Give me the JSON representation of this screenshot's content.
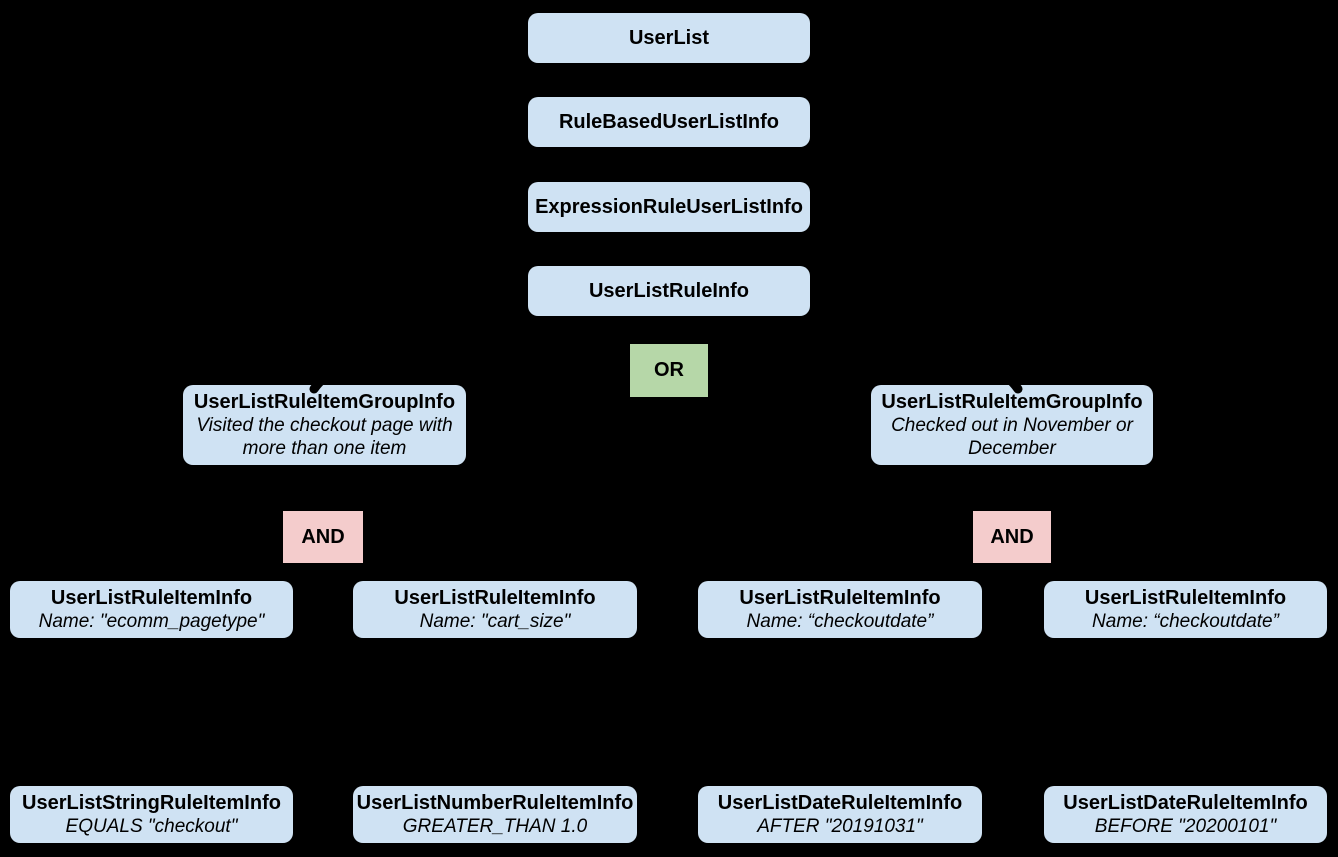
{
  "colors": {
    "background": "#000000",
    "node_fill": "#cfe2f3",
    "or_fill": "#b6d7a8",
    "and_fill": "#f4cccc",
    "text": "#000000"
  },
  "nodes": {
    "user_list": {
      "title": "UserList"
    },
    "rule_based_user_list_info": {
      "title": "RuleBasedUserListInfo"
    },
    "expression_rule_user_list_info": {
      "title": "ExpressionRuleUserListInfo"
    },
    "user_list_rule_info": {
      "title": "UserListRuleInfo"
    },
    "or_operator": {
      "label": "OR"
    },
    "group_left": {
      "title": "UserListRuleItemGroupInfo",
      "description": "Visited the checkout page with more than one item"
    },
    "group_right": {
      "title": "UserListRuleItemGroupInfo",
      "description": "Checked out in November or December"
    },
    "and_left": {
      "label": "AND"
    },
    "and_right": {
      "label": "AND"
    },
    "item_1": {
      "title": "UserListRuleItemInfo",
      "description": "Name: \"ecomm_pagetype\""
    },
    "item_2": {
      "title": "UserListRuleItemInfo",
      "description": "Name: \"cart_size\""
    },
    "item_3": {
      "title": "UserListRuleItemInfo",
      "description": "Name: “checkoutdate”"
    },
    "item_4": {
      "title": "UserListRuleItemInfo",
      "description": "Name: “checkoutdate”"
    },
    "leaf_string": {
      "title": "UserListStringRuleItemInfo",
      "description": "EQUALS \"checkout\""
    },
    "leaf_number": {
      "title": "UserListNumberRuleItemInfo",
      "description": "GREATER_THAN 1.0"
    },
    "leaf_date_after": {
      "title": "UserListDateRuleItemInfo",
      "description": "AFTER \"20191031\""
    },
    "leaf_date_before": {
      "title": "UserListDateRuleItemInfo",
      "description": "BEFORE \"20200101\""
    }
  }
}
